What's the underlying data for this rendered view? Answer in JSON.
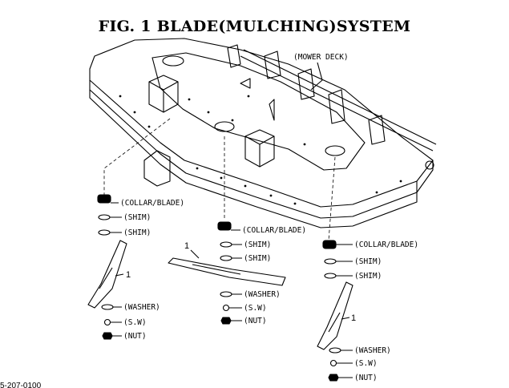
{
  "title": "FIG. 1  BLADE(MULCHING)SYSTEM",
  "deck_label": "(MOWER DECK)",
  "assemblies": [
    {
      "collar": "(COLLAR/BLADE)",
      "shim1": "(SHIM)",
      "shim2": "(SHIM)",
      "blade_ref": "1",
      "washer": "(WASHER)",
      "sw": "(S.W)",
      "nut": "(NUT)"
    },
    {
      "collar": "(COLLAR/BLADE)",
      "shim1": "(SHIM)",
      "shim2": "(SHIM)",
      "blade_ref": "1",
      "washer": "(WASHER)",
      "sw": "(S.W)",
      "nut": "(NUT)"
    },
    {
      "collar": "(COLLAR/BLADE)",
      "shim1": "(SHIM)",
      "shim2": "(SHIM)",
      "blade_ref": "1",
      "washer": "(WASHER)",
      "sw": "(S.W)",
      "nut": "(NUT)"
    }
  ],
  "footer_code": "5-207-0100"
}
